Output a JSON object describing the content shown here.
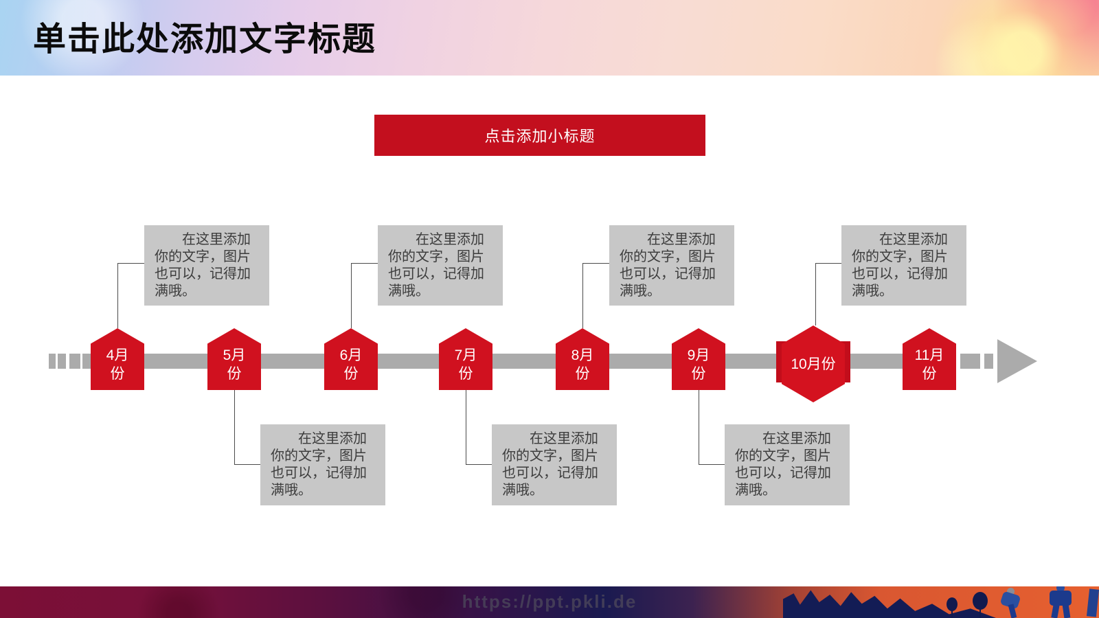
{
  "slide": {
    "title": "单击此处添加文字标题",
    "subtitle": "点击添加小标题",
    "watermark": "https://ppt.pkli.de"
  },
  "colors": {
    "accent_red": "#c30f1e",
    "shape_red": "#d0111f",
    "bar_gray": "#ababab",
    "note_box_gray": "#c7c7c7",
    "note_text_gray": "#3c3c3c"
  },
  "note": {
    "body": "在这里添加\n你的文字，图片\n也可以，记得加\n满哦。"
  },
  "timeline": {
    "months": [
      {
        "label": "4月\n份"
      },
      {
        "label": "5月\n份"
      },
      {
        "label": "6月\n份"
      },
      {
        "label": "7月\n份"
      },
      {
        "label": "8月\n份"
      },
      {
        "label": "9月\n份"
      },
      {
        "label": "10月份"
      },
      {
        "label": "11月\n份"
      }
    ]
  }
}
